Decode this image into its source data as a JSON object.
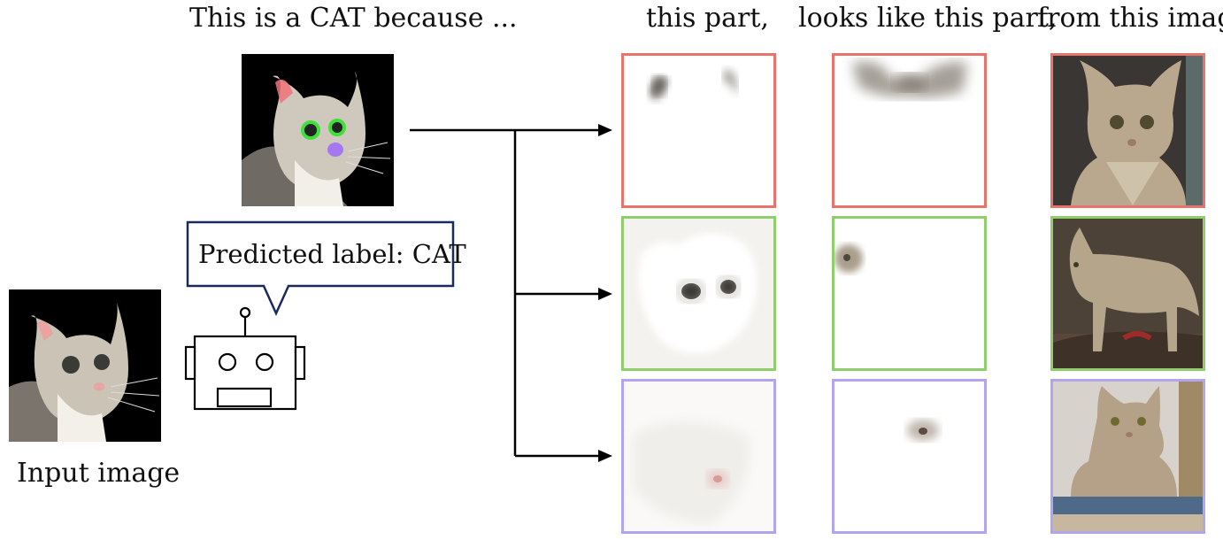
{
  "header": {
    "because": "This is a CAT because ...",
    "col_part": "this part,",
    "col_proto": "looks like this part,",
    "col_source": "from this image"
  },
  "input": {
    "label": "Input image"
  },
  "model": {
    "speech": "Predicted label: CAT"
  },
  "colors": {
    "red": "#e8736a",
    "green": "#8fcf6b",
    "purple": "#b2a4ef",
    "speech_border": "#1a2a5c"
  },
  "rows": [
    {
      "part": "ears",
      "color": "red"
    },
    {
      "part": "eyes",
      "color": "green"
    },
    {
      "part": "nose",
      "color": "purple"
    }
  ]
}
